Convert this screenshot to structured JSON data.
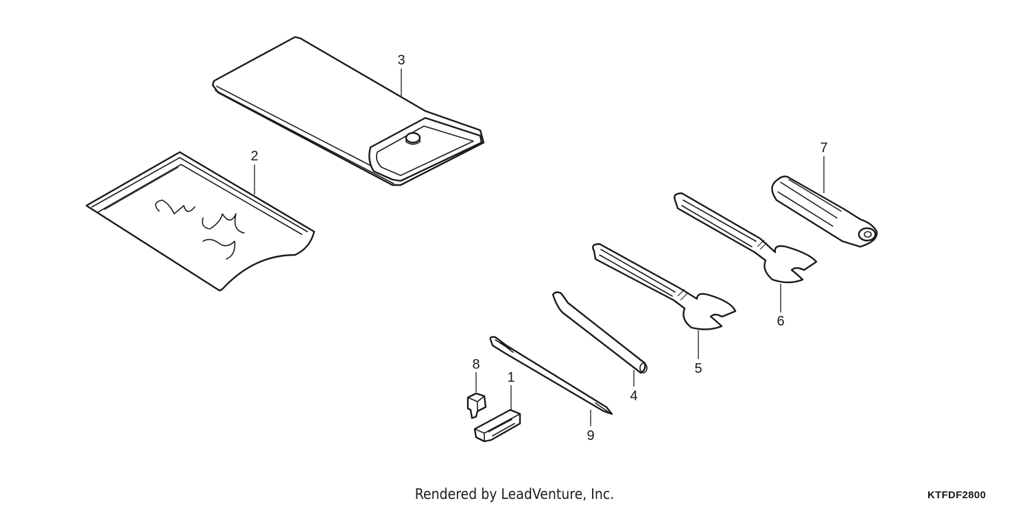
{
  "callouts": [
    "1",
    "2",
    "3",
    "4",
    "5",
    "6",
    "7",
    "8",
    "9"
  ],
  "footer": {
    "credit": "Rendered by LeadVenture, Inc.",
    "code": "KTFDF2800"
  },
  "colors": {
    "ink": "#1a1a1a",
    "paper": "#ffffff"
  }
}
